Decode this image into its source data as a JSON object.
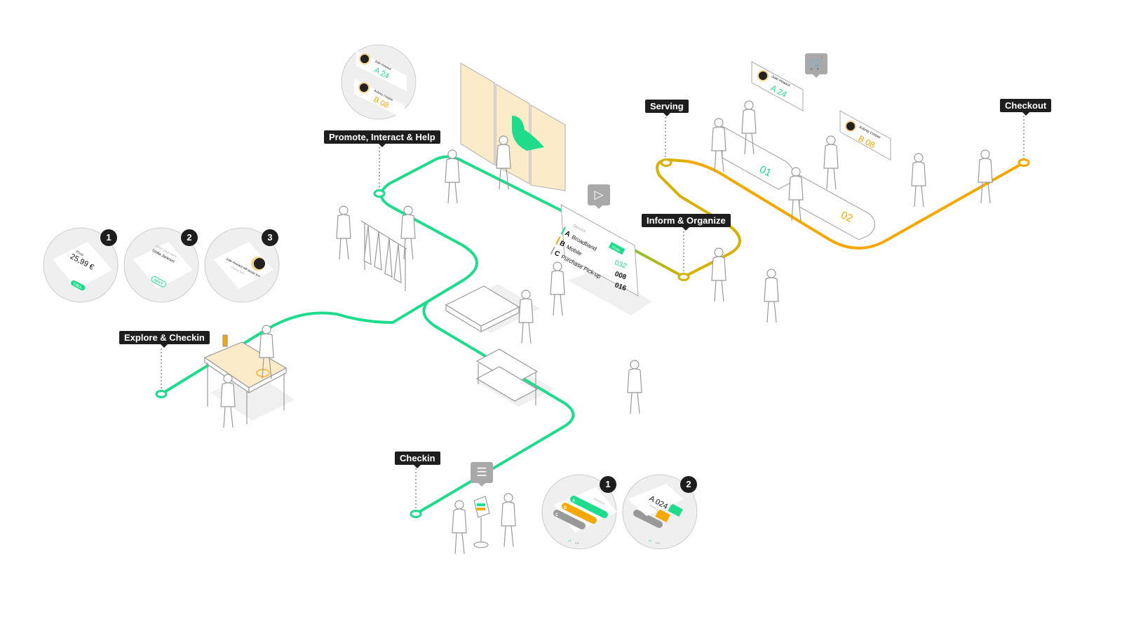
{
  "colors": {
    "green": "#1fdc8c",
    "orange": "#f5a800",
    "gray": "#a9a9a9",
    "dark": "#1e1e1e"
  },
  "stages": {
    "explore": "Explore & Checkin",
    "promote": "Promote, Interact & Help",
    "serving": "Serving",
    "inform": "Inform & Organize",
    "checkout": "Checkout",
    "checkin": "Checkin"
  },
  "explore_screens": [
    {
      "num": "1",
      "label": "Price",
      "value": "25,99 €",
      "button": "CALL"
    },
    {
      "num": "2",
      "label": "Enter your name",
      "value": "Stella Jackson",
      "button": "NEXT"
    },
    {
      "num": "3",
      "label": "Julie Howard will assist you",
      "sub": "Please wait"
    }
  ],
  "promote_circle": [
    {
      "name": "Julie Howard",
      "ticket": "A 24"
    },
    {
      "name": "Aubrey Cooper",
      "ticket": "B 08"
    }
  ],
  "info_board": {
    "header": "Service",
    "ticket_header": "Ticket",
    "rows": [
      {
        "letter": "A",
        "service": "Broadband",
        "ticket": "032"
      },
      {
        "letter": "B",
        "service": "Mobile",
        "ticket": "008"
      },
      {
        "letter": "C",
        "service": "Purchase Pick-up",
        "ticket": "016"
      }
    ]
  },
  "counters": [
    {
      "number": "01",
      "name": "Julie Howard",
      "ticket": "A 24"
    },
    {
      "number": "02",
      "name": "Aubrey Cooper",
      "ticket": "B 08"
    }
  ],
  "checkin_screens": [
    {
      "num": "1",
      "label": "Services",
      "options": [
        "A",
        "B",
        "C"
      ],
      "langs": [
        "PT",
        "EN"
      ]
    },
    {
      "num": "2",
      "ticket": "A 024",
      "sub": "Printing...",
      "langs": [
        "PT",
        "EN"
      ]
    }
  ],
  "icons": {
    "promote_bubble": "play-icon",
    "serving_bubble": "cart-icon",
    "checkin_bubble": "list-icon"
  }
}
